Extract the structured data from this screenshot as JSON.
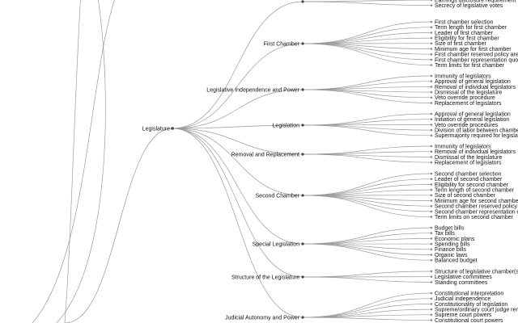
{
  "root": {
    "label": "Legislature",
    "children": [
      {
        "label": "",
        "children": [
          "Earnings disclosure requirement",
          "Secrecy of legislative votes"
        ]
      },
      {
        "label": "First Chamber",
        "children": [
          "First chamber selection",
          "Term length for first chamber",
          "Leader of first chamber",
          "Eligibility for first chamber",
          "Size of first chamber",
          "Minimum age for first chamber",
          "First chamber reserved policy areas",
          "First chamber representation quotas",
          "Term limits for first chamber"
        ]
      },
      {
        "label": "Legislative Independence and Power",
        "children": [
          "Immunity of legislators",
          "Approval of general legislation",
          "Removal of individual legislators",
          "Dismissal of the legislature",
          "Veto override procedure",
          "Replacement of legislators"
        ]
      },
      {
        "label": "Legislation",
        "children": [
          "Approval of general legislation",
          "Initiation of general legislation",
          "Veto override procedures",
          "Division of labor between chambers",
          "Supermajority required for legislation"
        ]
      },
      {
        "label": "Removal and Replacement",
        "children": [
          "Immunity of legislators",
          "Removal of individual legislators",
          "Dismissal of the legislature",
          "Replacement of legislators"
        ]
      },
      {
        "label": "Second Chamber",
        "children": [
          "Second chamber selection",
          "Leader of second chamber",
          "Eligibility for second chamber",
          "Term length of second chamber",
          "Size of second chamber",
          "Minimum age for second chamber",
          "Second chamber reserved policy areas",
          "Second chamber representation quotas",
          "Term limits on second chamber"
        ]
      },
      {
        "label": "Special Legislation",
        "children": [
          "Budget bills",
          "Tax bills",
          "Economic plans",
          "Spending bills",
          "Finance bills",
          "Organic laws",
          "Balanced budget"
        ]
      },
      {
        "label": "Structure of the Legislature",
        "children": [
          "Structure of legislative chamber(s)",
          "Legislative committees",
          "Standing committees"
        ]
      },
      {
        "label": "Judicial Autonomy and Power",
        "children": [
          "Constitutional interpretation",
          "Judicial independence",
          "Constitutionality of legislation",
          "Supreme/ordinary court judge removal",
          "Supreme court powers",
          "Constitutional court powers"
        ]
      }
    ]
  }
}
